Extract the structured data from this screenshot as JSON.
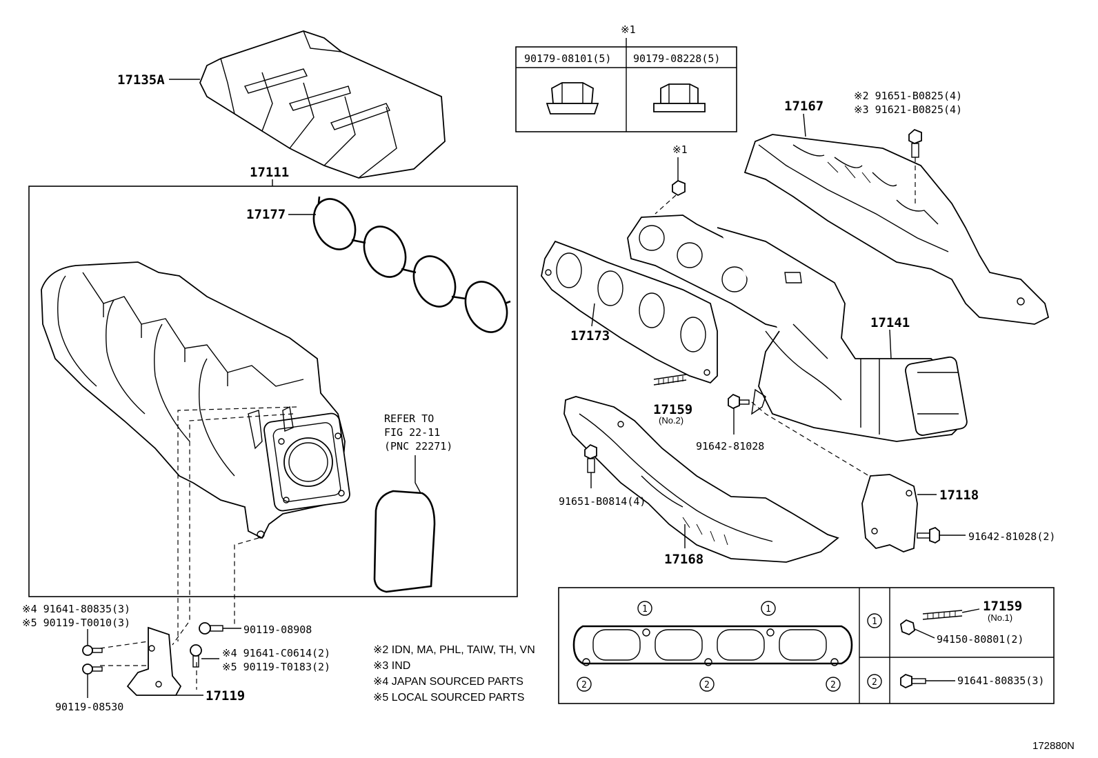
{
  "labels": {
    "l17135a": "17135A",
    "l17111": "17111",
    "l17177": "17177",
    "l17167": "17167",
    "l17173": "17173",
    "l17141": "17141",
    "l17159a": "17159",
    "l17159a_sub": "(No.2)",
    "l91642a": "91642-81028",
    "l91651b": "91651-B0814(4)",
    "l17118": "17118",
    "l91642b": "91642-81028(2)",
    "l17168": "17168",
    "l17119": "17119",
    "l90119_08908": "90119-08908",
    "l90119_08530": "90119-08530",
    "refer1": "REFER TO",
    "refer2": "FIG 22-11",
    "refer3": "(PNC 22271)",
    "x1_top": "※1",
    "x1_mid": "※1",
    "x2_top": "※2 91651-B0825(4)",
    "x3_top": "※3 91621-B0825(4)",
    "x4_left": "※4 91641-80835(3)",
    "x5_left": "※5 90119-T0010(3)",
    "x4_mid": "※4 91641-C0614(2)",
    "x5_mid": "※5 90119-T0183(2)",
    "figure_id": "172880N"
  },
  "nut_table": {
    "col1": "90179-08101(5)",
    "col2": "90179-08228(5)"
  },
  "notes": [
    "※2 IDN, MA, PHL, TAIW, TH, VN",
    "※3 IND",
    "※4 JAPAN SOURCED PARTS",
    "※5 LOCAL SOURCED PARTS"
  ],
  "gasket_table": {
    "circle1": "1",
    "circle2": "2",
    "row1_part": "17159",
    "row1_sub": "(No.1)",
    "row1_bolt": "94150-80801(2)",
    "row2_bolt": "91641-80835(3)"
  }
}
